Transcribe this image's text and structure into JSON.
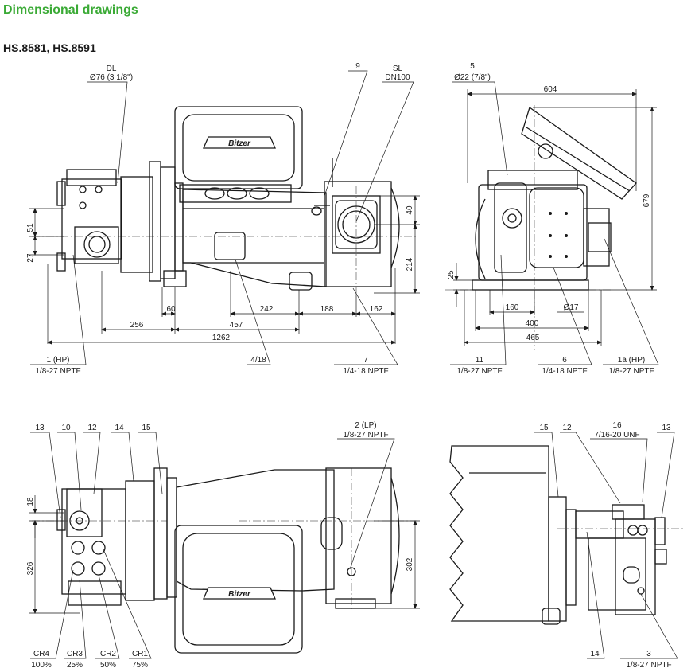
{
  "header": {
    "section_title": "Dimensional drawings",
    "model_title": "HS.8581, HS.8591"
  },
  "side_view": {
    "callouts": {
      "dl": "DL",
      "dl_size": "Ø76 (3 1/8\")",
      "sl": "SL",
      "sl_size": "DN100",
      "p9": "9",
      "p1": "1 (HP)",
      "p1_thread": "1/8-27 NPTF",
      "p418": "4/18",
      "p7": "7",
      "p7_thread": "1/4-18 NPTF"
    },
    "dims": {
      "d51": "51",
      "d27": "27",
      "d40": "40",
      "d214": "214",
      "d60": "60",
      "d242": "242",
      "d188": "188",
      "d162": "162",
      "d256": "256",
      "d457": "457",
      "d1262": "1262"
    }
  },
  "end_view": {
    "callouts": {
      "p5": "5",
      "p5_size": "Ø22 (7/8\")",
      "p11": "11",
      "p11_thread": "1/8-27 NPTF",
      "p6": "6",
      "p6_thread": "1/4-18 NPTF",
      "p1a": "1a (HP)",
      "p1a_thread": "1/8-27 NPTF"
    },
    "dims": {
      "d604": "604",
      "d679": "679",
      "d25": "25",
      "d160": "160",
      "d17": "Ø17",
      "d400": "400",
      "d465": "465"
    }
  },
  "top_view": {
    "callouts": {
      "p13": "13",
      "p10": "10",
      "p12": "12",
      "p14": "14",
      "p15": "15",
      "p2": "2 (LP)",
      "p2_thread": "1/8-27 NPTF",
      "cr4": "CR4",
      "cr4_pct": "100%",
      "cr3": "CR3",
      "cr3_pct": "25%",
      "cr2": "CR2",
      "cr2_pct": "50%",
      "cr1": "CR1",
      "cr1_pct": "75%"
    },
    "dims": {
      "d18": "18",
      "d326": "326",
      "d302": "302"
    }
  },
  "detail_view": {
    "callouts": {
      "p15": "15",
      "p12": "12",
      "p16": "16",
      "p16_thread": "7/16-20 UNF",
      "p13": "13",
      "p14": "14",
      "p3": "3",
      "p3_thread": "1/8-27 NPTF"
    }
  },
  "logo_text": "Bitzer"
}
